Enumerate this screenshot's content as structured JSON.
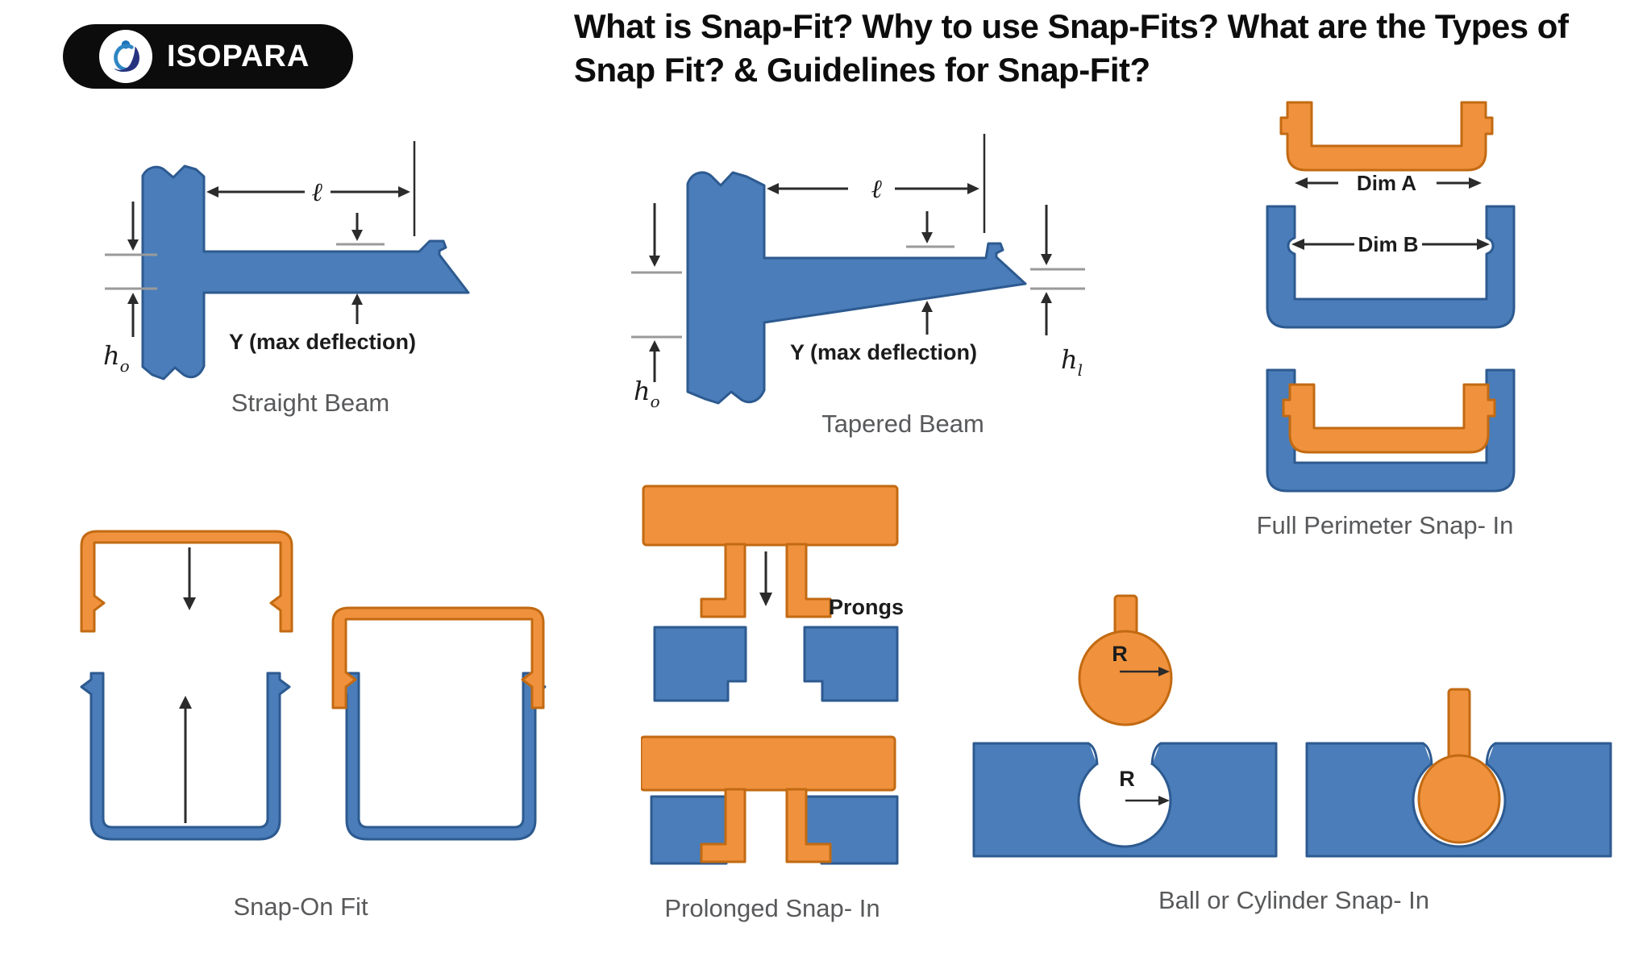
{
  "logo": {
    "text": "ISOPARA"
  },
  "icons": {
    "logo": "isopara-figure-icon"
  },
  "title": {
    "line1": "What is Snap-Fit? Why to use Snap-Fits? What are the Types of",
    "line2": "Snap Fit? & Guidelines for Snap-Fit?"
  },
  "colors": {
    "blue_fill": "#4a7db9",
    "blue_stroke": "#2d5a90",
    "orange_fill": "#f0923d",
    "orange_stroke": "#c26a12",
    "caption_gray": "#58595b",
    "line_dark": "#2b2b2b",
    "ref_gray": "#9a9a9a",
    "logo_bg": "#0c0c0c",
    "logo_icon_light_blue": "#2f86c4",
    "logo_icon_dark_blue": "#27337f"
  },
  "diagrams": {
    "straight_beam": {
      "caption": "Straight Beam",
      "length_symbol": "ℓ",
      "deflection_label": "Y (max deflection)",
      "h_symbol": "h",
      "h_subscript": "o"
    },
    "tapered_beam": {
      "caption": "Tapered Beam",
      "length_symbol": "ℓ",
      "deflection_label": "Y (max deflection)",
      "h_symbol": "h",
      "h_subscript": "o",
      "h_tip_symbol": "h",
      "h_tip_subscript": "l"
    },
    "full_perimeter": {
      "caption": "Full Perimeter Snap- In",
      "dim_a": "Dim A",
      "dim_b": "Dim B"
    },
    "snap_on": {
      "caption": "Snap-On Fit"
    },
    "prolonged": {
      "caption": "Prolonged Snap- In",
      "prongs_label": "Prongs"
    },
    "ball_cylinder": {
      "caption": "Ball or Cylinder Snap- In",
      "radius_symbol": "R"
    }
  }
}
